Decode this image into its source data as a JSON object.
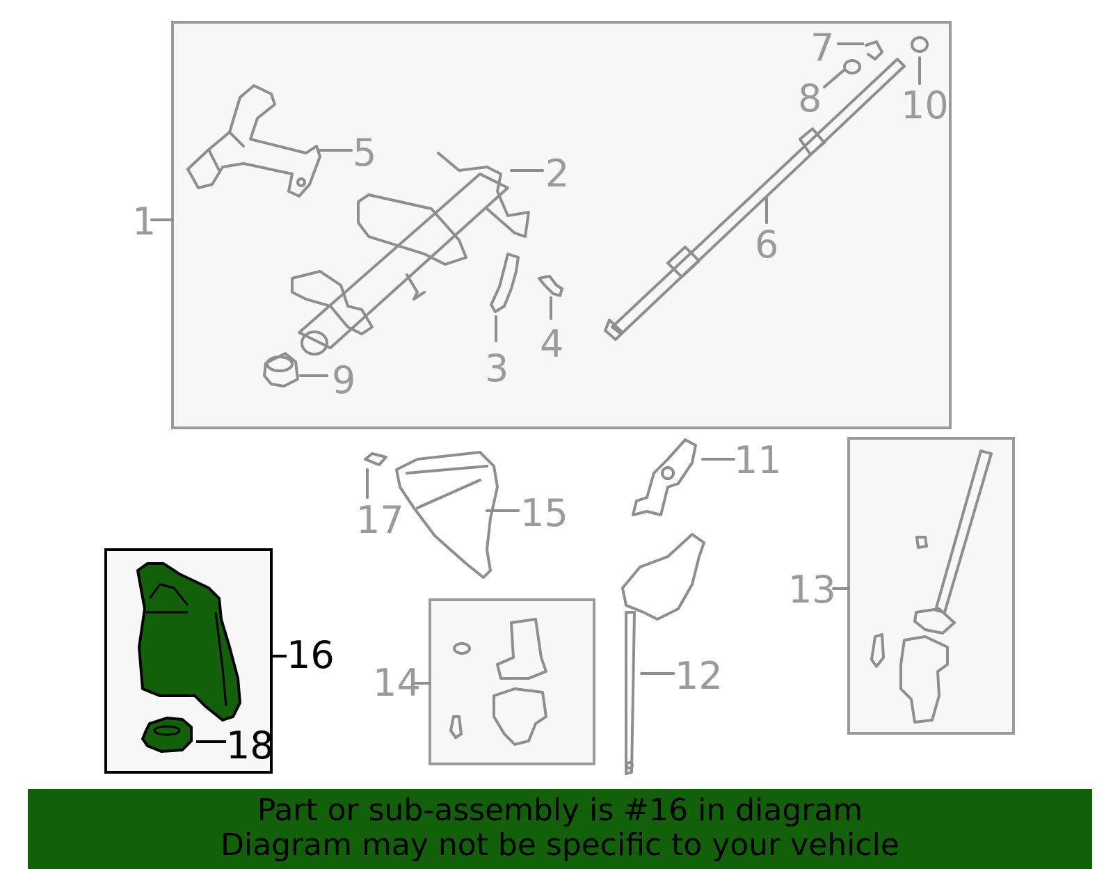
{
  "diagram": {
    "callouts": [
      {
        "id": "1",
        "label": "1"
      },
      {
        "id": "2",
        "label": "2"
      },
      {
        "id": "3",
        "label": "3"
      },
      {
        "id": "4",
        "label": "4"
      },
      {
        "id": "5",
        "label": "5"
      },
      {
        "id": "6",
        "label": "6"
      },
      {
        "id": "7",
        "label": "7"
      },
      {
        "id": "8",
        "label": "8"
      },
      {
        "id": "9",
        "label": "9"
      },
      {
        "id": "10",
        "label": "10"
      },
      {
        "id": "11",
        "label": "11"
      },
      {
        "id": "12",
        "label": "12"
      },
      {
        "id": "13",
        "label": "13"
      },
      {
        "id": "14",
        "label": "14"
      },
      {
        "id": "15",
        "label": "15"
      },
      {
        "id": "16",
        "label": "16"
      },
      {
        "id": "17",
        "label": "17"
      },
      {
        "id": "18",
        "label": "18"
      }
    ],
    "highlighted_part": "16",
    "colors": {
      "highlight_fill": "#12610a",
      "highlight_stroke": "#000000",
      "part_stroke": "#8e8e8e",
      "box_fill": "#f7f7f7",
      "banner_bg": "#12610a"
    }
  },
  "banner": {
    "line1": "Part or sub-assembly is #16 in diagram",
    "line2": "Diagram may not be specific to your vehicle"
  }
}
